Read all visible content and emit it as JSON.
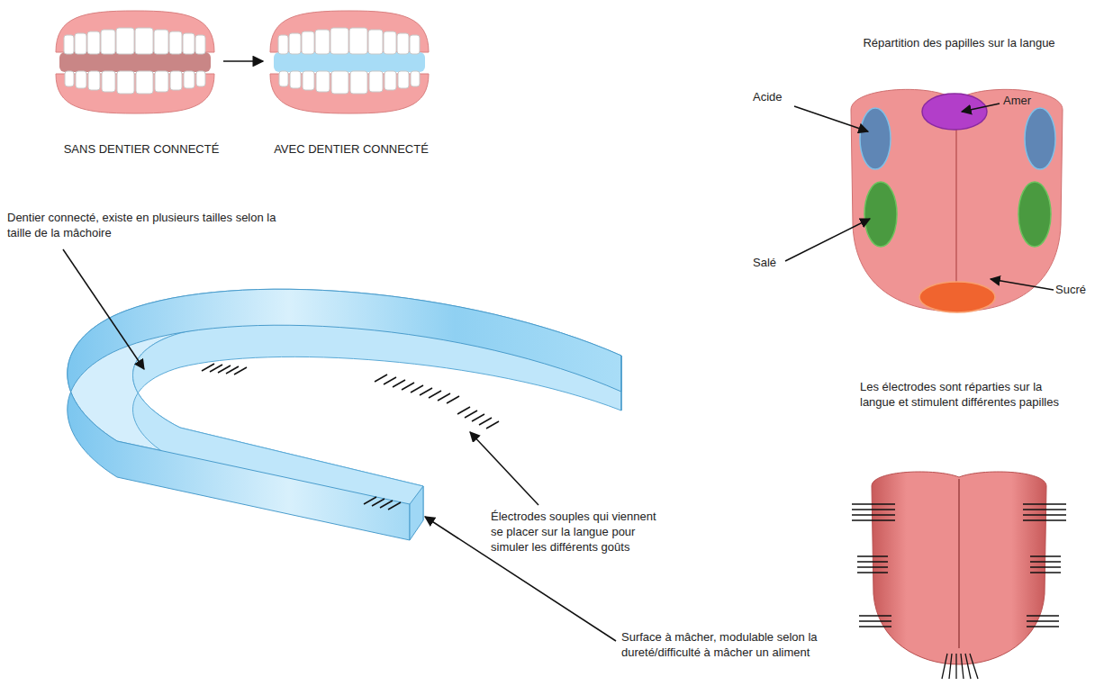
{
  "diagram": {
    "labels": [
      "SANS DENTIER CONNECTÉ",
      "AVEC DENTIER CONNECTÉ",
      "Répartition des papilles sur la langue",
      "Acide",
      "Amer",
      "Salé",
      "Sucré",
      "Dentier connecté, existe en plusieurs tailles selon la taille de la mâchoire",
      "Électrodes souples qui viennent se placer sur la langue pour simuler les différents goûts",
      "Surface à mâcher, modulable selon la dureté/difficulté à mâcher un aliment",
      "Les électrodes sont réparties sur la langue et stimulent différentes papilles"
    ]
  }
}
